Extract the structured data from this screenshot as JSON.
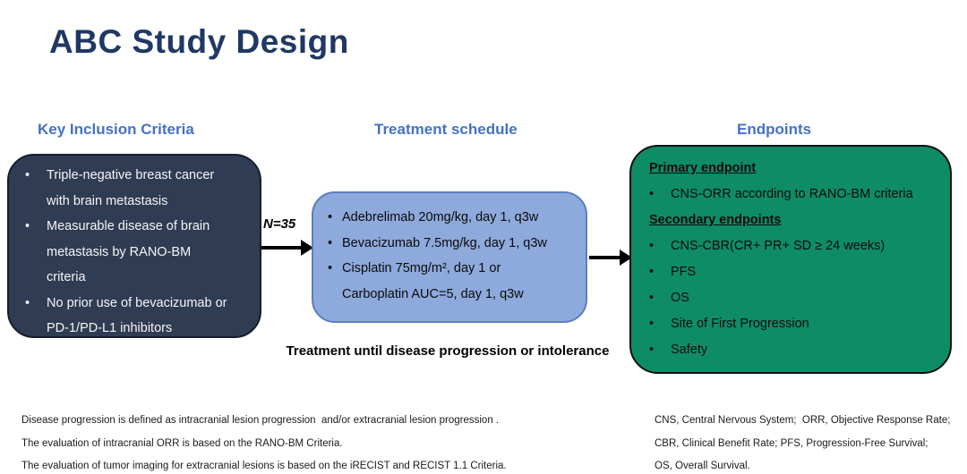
{
  "slide_title": "ABC Study Design",
  "colors": {
    "title": "#1F3864",
    "section_header": "#4472C4",
    "inclusion_box": "#303C53",
    "treatment_box": "#8EA9DB",
    "endpoints_box": "#0E8C66"
  },
  "sections": {
    "inclusion": {
      "header": "Key Inclusion Criteria",
      "bullets": [
        "Triple-negative breast cancer\nwith brain metastasis",
        "Measurable disease of brain\nmetastasis by RANO-BM\ncriteria",
        "No prior use of bevacizumab or\nPD-1/PD-L1 inhibitors"
      ]
    },
    "treatment": {
      "header": "Treatment schedule",
      "n_label": "N=35",
      "bullets": [
        "Adebrelimab 20mg/kg, day 1, q3w",
        "Bevacizumab 7.5mg/kg, day 1, q3w",
        "Cisplatin 75mg/m², day 1 or\nCarboplatin AUC=5, day 1, q3w"
      ],
      "caption": "Treatment until disease progression or intolerance"
    },
    "endpoints": {
      "header": "Endpoints",
      "primary_heading": "Primary endpoint",
      "primary_bullets": [
        "CNS-ORR according to RANO-BM criteria"
      ],
      "secondary_heading": "Secondary endpoints",
      "secondary_bullets": [
        "CNS-CBR(CR+ PR+ SD ≥ 24 weeks)",
        "PFS",
        "OS",
        "Site of First Progression",
        "Safety"
      ]
    }
  },
  "footnotes": {
    "left": [
      "Disease progression is defined as intracranial lesion progression  and/or extracranial lesion progression .",
      "The evaluation of intracranial ORR is based on the RANO-BM Criteria.",
      "The evaluation of tumor imaging for extracranial lesions is based on the iRECIST and RECIST 1.1 Criteria."
    ],
    "right": [
      "CNS, Central Nervous System;  ORR, Objective Response Rate;",
      "CBR, Clinical Benefit Rate; PFS, Progression-Free Survival;",
      "OS, Overall Survival."
    ]
  },
  "bullet_glyph": "•"
}
